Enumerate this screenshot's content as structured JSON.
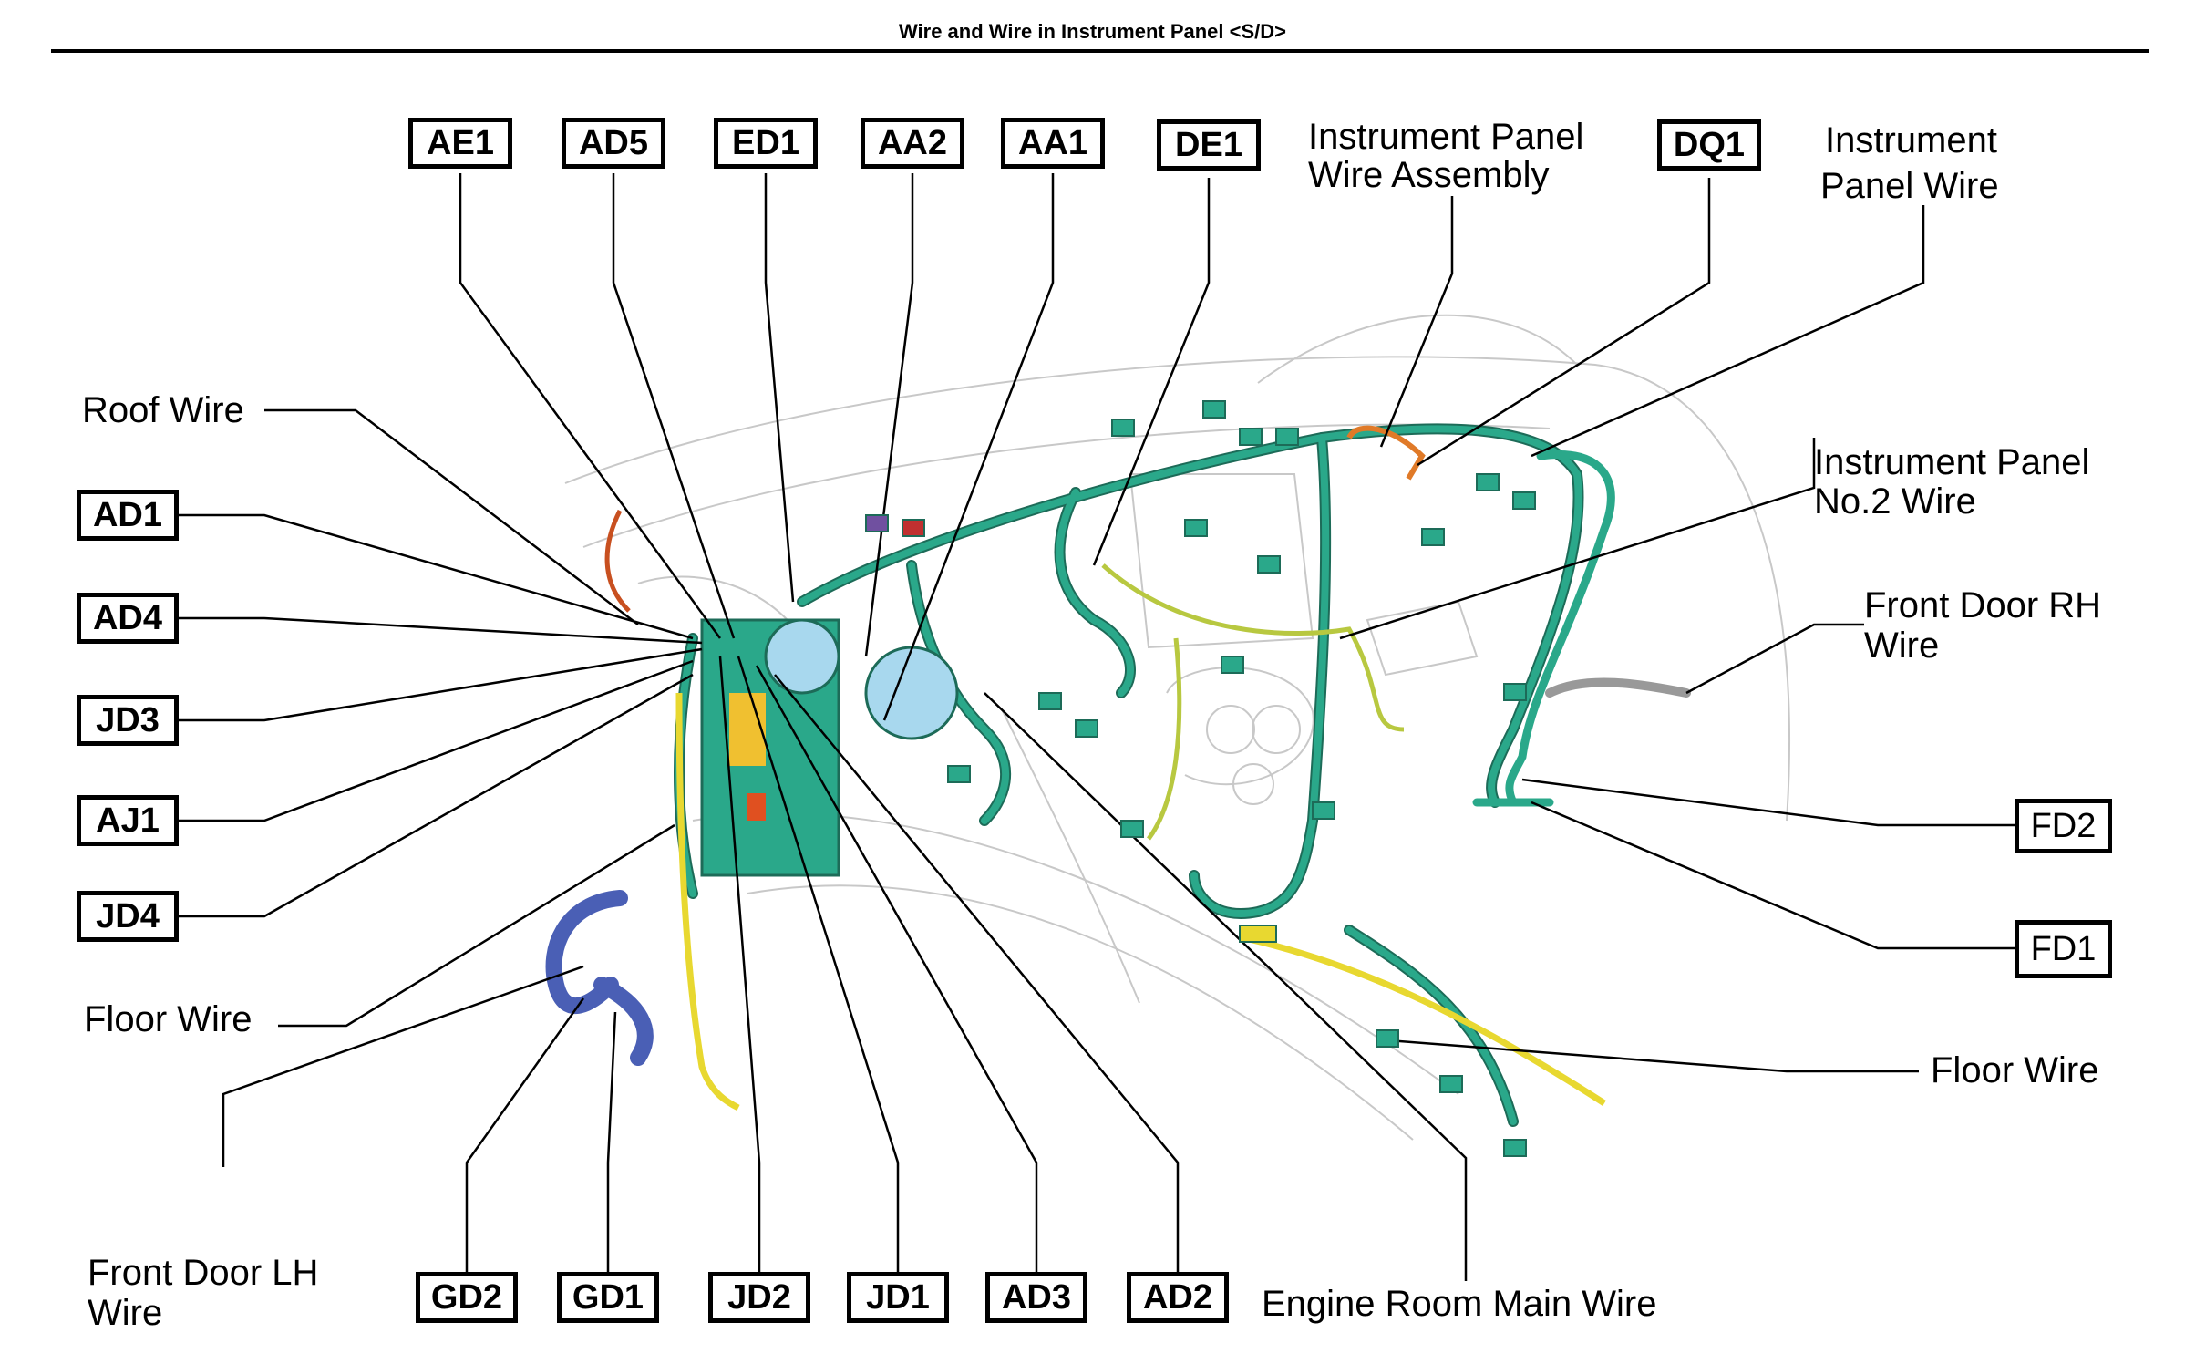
{
  "title": "Wire and Wire in Instrument Panel <S/D>",
  "colors": {
    "harness": "#2aa88a",
    "harness_dark": "#1d6b58",
    "floor_wire": "#f0e040",
    "door_wire": "#4a5fb5",
    "light_blue": "#a8d8ee",
    "orange": "#e07a28",
    "outline": "#c8c8c8"
  },
  "connectors": {
    "top": [
      "AE1",
      "AD5",
      "ED1",
      "AA2",
      "AA1",
      "DE1",
      "DQ1"
    ],
    "left": [
      "AD1",
      "AD4",
      "JD3",
      "AJ1",
      "JD4"
    ],
    "bottom": [
      "GD2",
      "GD1",
      "JD2",
      "JD1",
      "AD3",
      "AD2"
    ],
    "right": [
      "FD2",
      "FD1"
    ]
  },
  "wire_labels": {
    "roof_wire": "Roof Wire",
    "floor_wire_left": "Floor Wire",
    "front_door_lh_1": "Front Door LH",
    "front_door_lh_2": "Wire",
    "instrument_panel_wire_assembly_1": "Instrument Panel",
    "instrument_panel_wire_assembly_2": "Wire Assembly",
    "instrument_panel_wire_1": "Instrument",
    "instrument_panel_wire_2": "Panel Wire",
    "instrument_panel_no2_wire_1": "Instrument Panel",
    "instrument_panel_no2_wire_2": "No.2 Wire",
    "front_door_rh_1": "Front Door RH",
    "front_door_rh_2": "Wire",
    "floor_wire_right": "Floor Wire",
    "engine_room_main_wire": "Engine Room Main Wire"
  }
}
